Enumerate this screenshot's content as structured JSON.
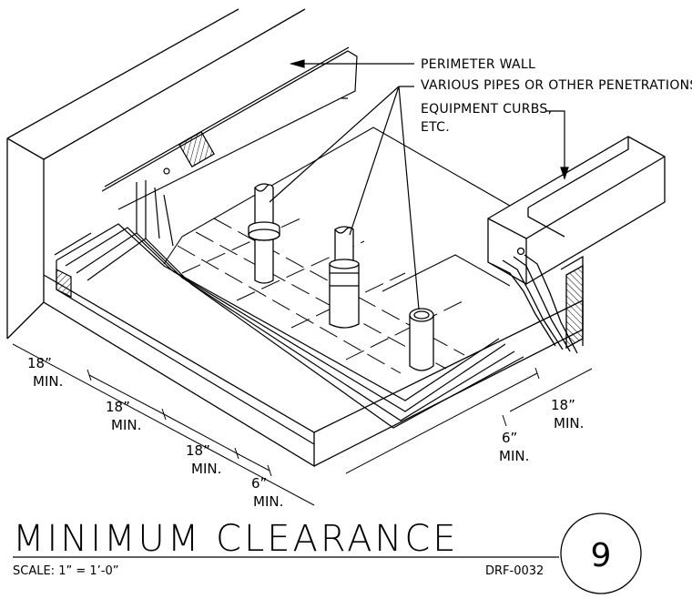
{
  "callouts": {
    "perimeter_wall": "PERIMETER WALL",
    "pipes": "VARIOUS PIPES OR OTHER PENETRATIONS",
    "curbs_line1": "EQUIPMENT CURBS,",
    "curbs_line2": "ETC."
  },
  "dimensions": [
    {
      "value": "18”",
      "unit": "MIN."
    },
    {
      "value": "18”",
      "unit": "MIN."
    },
    {
      "value": "18”",
      "unit": "MIN."
    },
    {
      "value": "6”",
      "unit": "MIN."
    },
    {
      "value": "6”",
      "unit": "MIN."
    },
    {
      "value": "18”",
      "unit": "MIN."
    }
  ],
  "title_block": {
    "title": "MINIMUM  CLEARANCE",
    "scale": "SCALE: 1” = 1’-0”",
    "drawing_number": "DRF-0032",
    "detail_number": "9"
  }
}
